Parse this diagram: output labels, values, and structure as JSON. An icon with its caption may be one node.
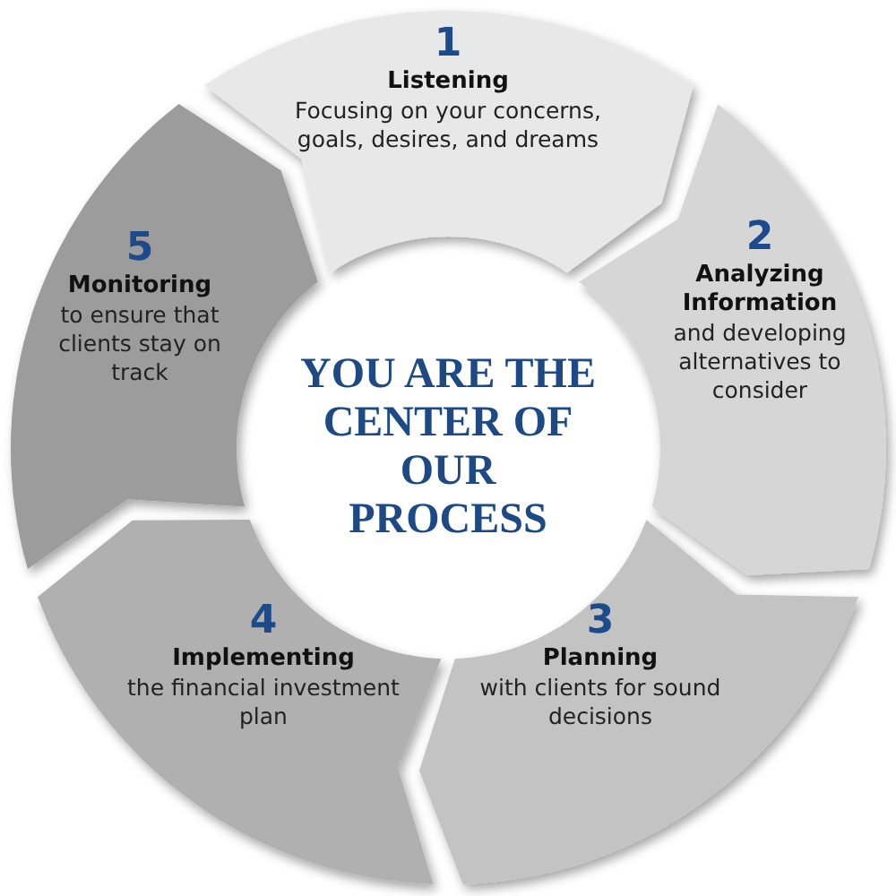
{
  "diagram": {
    "nodes": [
      {
        "text": [
          "1",
          "Listening",
          "Focusing on your concerns, goals, desires, and dreams"
        ]
      },
      {
        "text": [
          "2",
          "Analyzing Information",
          "and developing alternatives to consider"
        ]
      },
      {
        "text": [
          "3",
          "Planning",
          "with clients for sound decisions"
        ]
      },
      {
        "text": [
          "4",
          "Implementing",
          "the financial investment plan"
        ]
      },
      {
        "text": [
          "5",
          "Monitoring",
          "to ensure that clients stay on track"
        ]
      }
    ],
    "labels": [
      "YOU ARE THE CENTER OF OUR PROCESS"
    ]
  }
}
